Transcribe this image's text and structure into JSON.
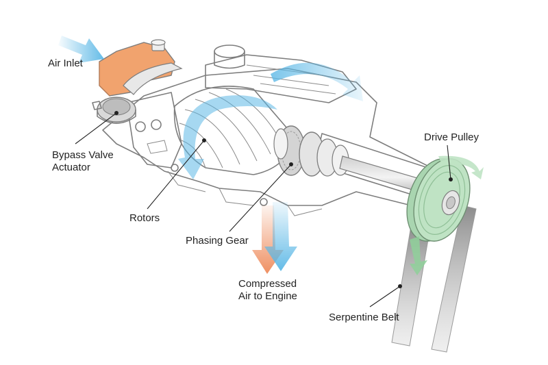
{
  "labels": {
    "air_inlet": "Air Inlet",
    "bypass_valve_actuator": [
      "Bypass Valve",
      "Actuator"
    ],
    "rotors": "Rotors",
    "phasing_gear": "Phasing Gear",
    "compressed_air": [
      "Compressed",
      "Air to Engine"
    ],
    "drive_pulley": "Drive Pulley",
    "serpentine_belt": "Serpentine Belt"
  },
  "colors": {
    "airflow_blue": "#5cb8e6",
    "hot_air_orange": "#ee8a5a",
    "inlet_housing": "#f1a36e",
    "pulley_green": "#bfe3c4",
    "belt_gray": "#9a9a9a",
    "housing_gray": "#f2f2f2",
    "outline_gray": "#7d7d7d"
  }
}
